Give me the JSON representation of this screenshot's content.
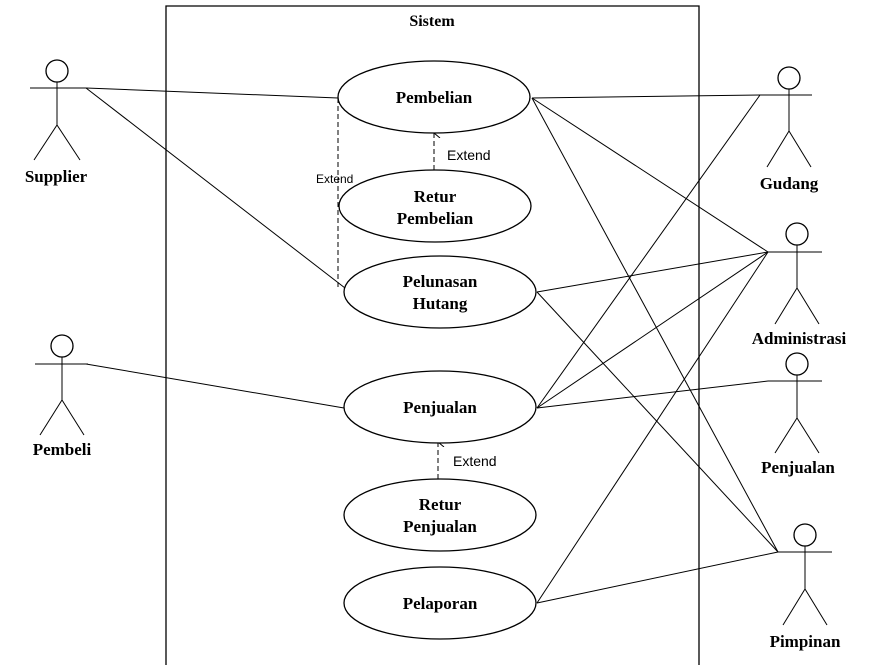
{
  "system": {
    "label": "Sistem"
  },
  "use_cases": {
    "pembelian": {
      "lines": [
        "Pembelian"
      ]
    },
    "retur_pembelian": {
      "lines": [
        "Retur",
        "Pembelian"
      ]
    },
    "pelunasan_hutang": {
      "lines": [
        "Pelunasan",
        "Hutang"
      ]
    },
    "penjualan": {
      "lines": [
        "Penjualan"
      ]
    },
    "retur_penjualan": {
      "lines": [
        "Retur",
        "Penjualan"
      ]
    },
    "pelaporan": {
      "lines": [
        "Pelaporan"
      ]
    }
  },
  "actors": {
    "supplier": "Supplier",
    "pembeli": "Pembeli",
    "gudang": "Gudang",
    "administrasi": "Administrasi",
    "penjualan": "Penjualan",
    "pimpinan": "Pimpinan"
  },
  "relations": {
    "extend_retur_pembelian": "Extend",
    "extend_pelunasan_hutang": "Extend",
    "extend_retur_penjualan": "Extend"
  }
}
